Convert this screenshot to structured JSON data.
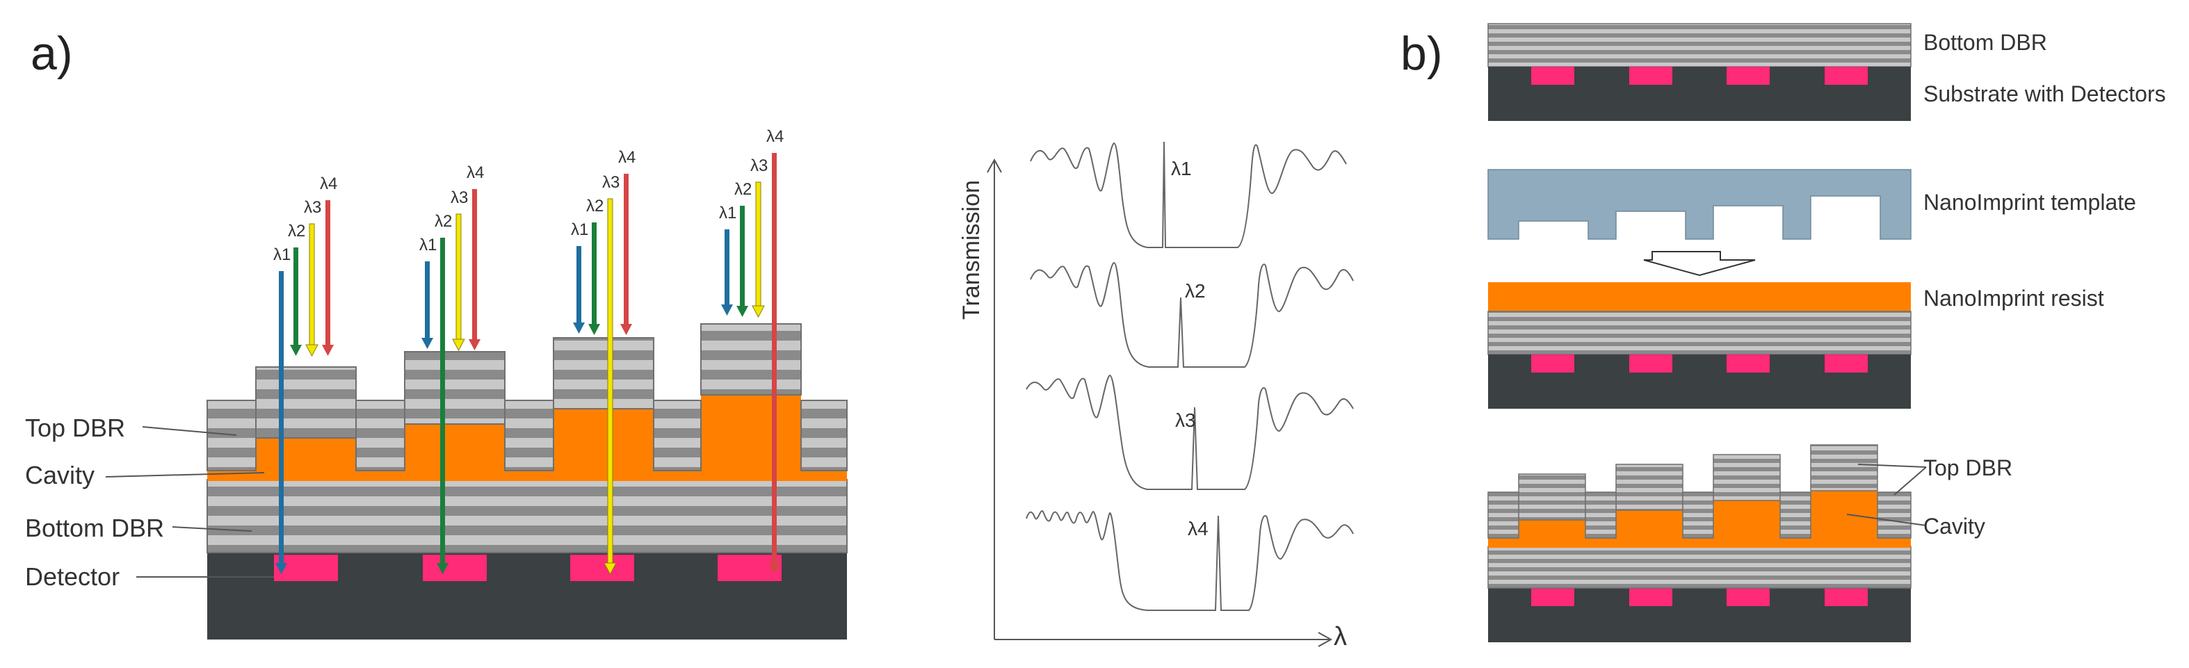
{
  "panels": {
    "a": {
      "label": "a)",
      "layer_labels": [
        "Top DBR",
        "Cavity",
        "Bottom DBR",
        "Detector"
      ],
      "arrow_labels": [
        "λ1",
        "λ2",
        "λ3",
        "λ4"
      ]
    },
    "b": {
      "label": "b)",
      "step_labels": [
        "Bottom DBR",
        "Substrate with Detectors",
        "NanoImprint template",
        "NanoImprint resist",
        "Top DBR",
        "Cavity"
      ]
    }
  },
  "spectra": {
    "ylabel": "Transmission",
    "xlabel": "λ",
    "peak_labels": [
      "λ1",
      "λ2",
      "λ3",
      "λ4"
    ]
  },
  "colors": {
    "substrate": "#3b4042",
    "detector": "#ff2a78",
    "cavity": "#ff8000",
    "dbr_dark": "#8a8a8a",
    "dbr_light": "#c8c8c8",
    "template": "#8fabbd",
    "arrow_blue": "#1f6fa0",
    "arrow_green": "#1a7f3a",
    "arrow_yellow": "#f2e600",
    "arrow_red": "#d64545"
  }
}
